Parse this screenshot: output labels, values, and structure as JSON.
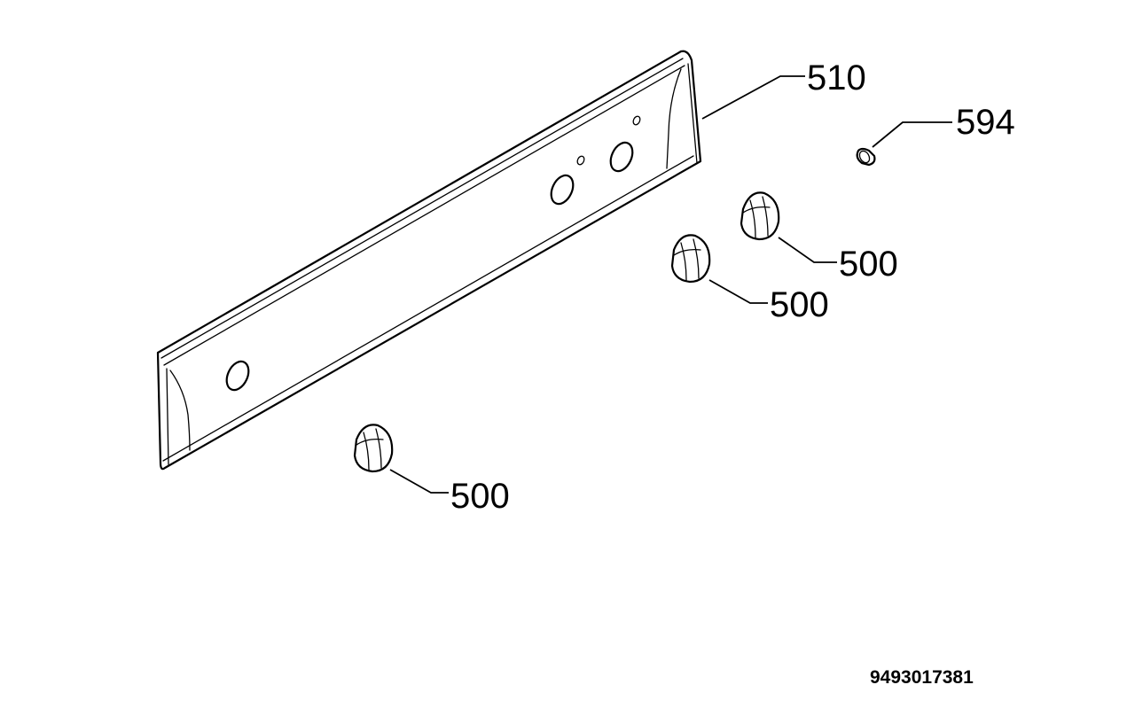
{
  "callouts": {
    "panel": "510",
    "indicator_lamp": "594",
    "knob_upper_right": "500",
    "knob_middle_right": "500",
    "knob_lower_left": "500"
  },
  "drawing_code": "9493017381",
  "colors": {
    "line": "#000000",
    "background": "#ffffff",
    "part_fill": "#ffffff"
  }
}
